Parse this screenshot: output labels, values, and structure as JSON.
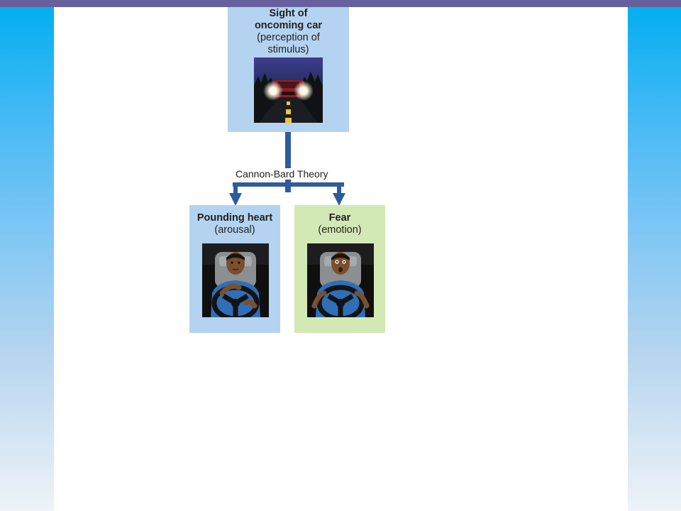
{
  "diagram": {
    "stimulus": {
      "title": "Sight of oncoming car",
      "subtitle": "(perception of stimulus)"
    },
    "theory_label": "Cannon-Bard Theory",
    "arousal": {
      "title": "Pounding heart",
      "subtitle": "(arousal)"
    },
    "emotion": {
      "title": "Fear",
      "subtitle": "(emotion)"
    }
  },
  "colors": {
    "top_bar": "#66609c",
    "stimulus_box": "#b3d3f1",
    "arousal_box": "#b3d3f1",
    "emotion_box": "#d3e9b5",
    "arrow": "#2e5b9a"
  }
}
